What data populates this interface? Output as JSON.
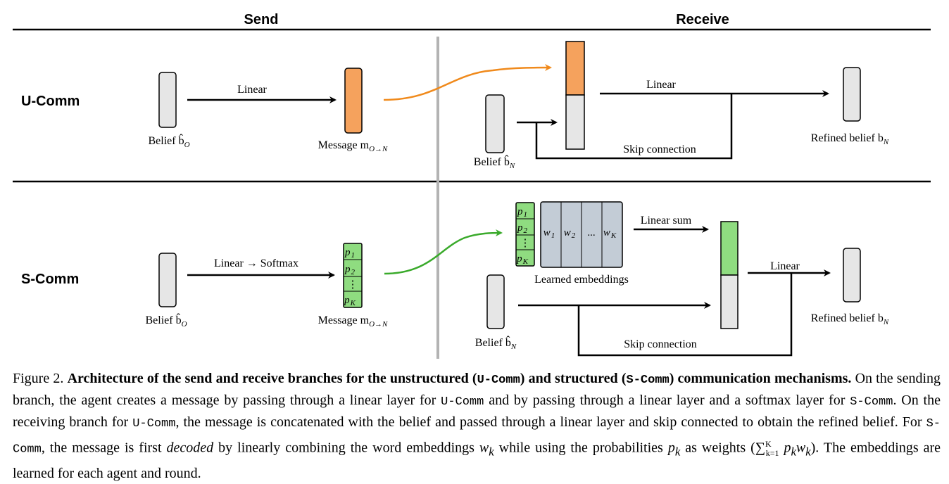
{
  "headers": {
    "send": "Send",
    "receive": "Receive"
  },
  "rows": {
    "ucomm": "U-Comm",
    "scomm": "S-Comm"
  },
  "ucomm": {
    "linear_label": "Linear",
    "belief_o": "Belief b̂",
    "belief_o_sub": "O",
    "message": "Message m",
    "message_sub": "O→N",
    "belief_n": "Belief b̂",
    "belief_n_sub": "N",
    "linear_recv": "Linear",
    "skip": "Skip connection",
    "refined": "Refined belief b",
    "refined_sub": "N"
  },
  "scomm": {
    "send_label": "Linear → Softmax",
    "belief_o": "Belief b̂",
    "belief_o_sub": "O",
    "message": "Message m",
    "message_sub": "O→N",
    "p1": "p",
    "p1_sub": "1",
    "p2": "p",
    "p2_sub": "2",
    "vdots": "⋮",
    "pk": "p",
    "pk_sub": "K",
    "w1": "w",
    "w1_sub": "1",
    "w2": "w",
    "w2_sub": "2",
    "wdots": "...",
    "wk": "w",
    "wk_sub": "K",
    "linear_sum": "Linear sum",
    "learned": "Learned embeddings",
    "belief_n": "Belief b̂",
    "belief_n_sub": "N",
    "linear_recv": "Linear",
    "skip": "Skip connection",
    "refined": "Refined belief b",
    "refined_sub": "N"
  },
  "colors": {
    "orange": "#f5a25d",
    "orange_arrow": "#f08a1c",
    "green": "#8fdc80",
    "green_arrow": "#3aaa2b",
    "gray_box": "#e6e6e6",
    "embed_box": "#c3ccd6",
    "divider": "#b3b3b3"
  },
  "caption": {
    "fig": "Figure 2.",
    "title_a": "Architecture of the send and receive branches for the unstructured (",
    "title_code1": "U-Comm",
    "title_b": ") and structured (",
    "title_code2": "S-Comm",
    "title_c": ") communication mechanisms.",
    "t1": "On the sending branch, the agent creates a message by passing through a linear layer for",
    "code_u1": "U-Comm",
    "t2": "and by passing through a linear layer and a softmax layer for",
    "code_s1": "S-Comm",
    "t3": ". On the receiving branch for",
    "code_u2": "U-Comm",
    "t4": ", the message is concatenated with the belief and passed through a linear layer and skip connected to obtain the refined belief. For",
    "code_s2": "S-Comm",
    "t5": ", the message is first",
    "decoded": "decoded",
    "t6": "by linearly combining the word embeddings",
    "wk": "w",
    "wk_sub": "k",
    "t7": "while using the probabilities",
    "pk": "p",
    "pk_sub": "k",
    "t8": "as weights (",
    "sum": "∑",
    "sum_sup": "K",
    "sum_sub": "k=1",
    "sum_expr": "p",
    "sum_expr_sub": "k",
    "sum_expr2": "w",
    "sum_expr2_sub": "k",
    "t9": "). The embeddings are learned for each agent and round."
  }
}
